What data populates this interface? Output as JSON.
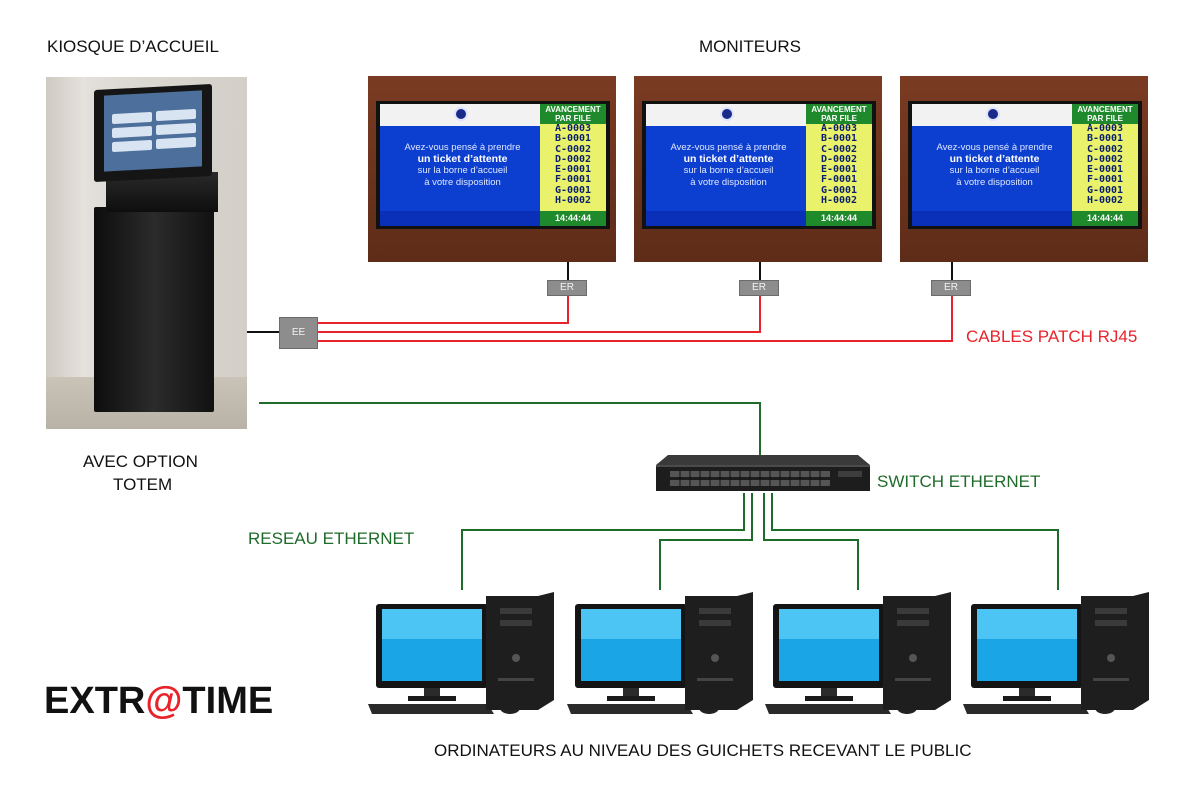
{
  "labels": {
    "kiosk_title": "KIOSQUE D’ACCUEIL",
    "monitors_title": "MONITEURS",
    "totem_line1": "AVEC OPTION",
    "totem_line2": "TOTEM",
    "cables": "CABLES PATCH RJ45",
    "switch": "SWITCH ETHERNET",
    "network": "RESEAU ETHERNET",
    "computers": "ORDINATEURS AU NIVEAU DES GUICHETS RECEVANT LE PUBLIC",
    "ee": "EE",
    "er": "ER"
  },
  "brand": {
    "part1": "EXTR",
    "at": "@",
    "part2": "TIME"
  },
  "monitor_screen": {
    "msg1": "Avez-vous pensé à prendre",
    "msg2": "un ticket d’attente",
    "msg3": "sur la borne d’accueil",
    "msg4": "à votre disposition",
    "header": "AVANCEMENT PAR FILE",
    "queue": [
      "A-0003",
      "B-0001",
      "C-0002",
      "D-0002",
      "E-0001",
      "F-0001",
      "G-0001",
      "H-0002"
    ],
    "clock": "14:44:44"
  },
  "colors": {
    "network_green": "#1f6b2a",
    "cable_red": "#e8232b",
    "screen_blue": "#0c3fd0",
    "queue_panel": "#e9f26a"
  },
  "icons": [
    "kiosk-icon",
    "monitor-icon",
    "ethernet-switch-icon",
    "desktop-computer-icon"
  ]
}
